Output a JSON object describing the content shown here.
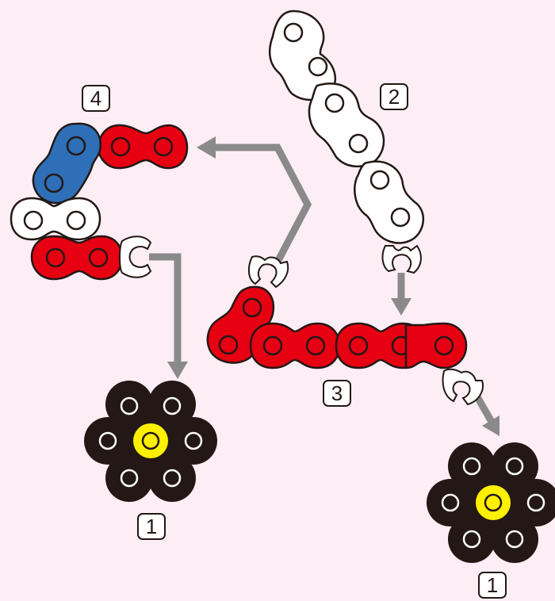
{
  "colors": {
    "background": "#fdeef5",
    "red_link": "#e60012",
    "blue_link": "#2e6fb7",
    "white_link": "#ffffff",
    "black_sprocket": "#231815",
    "yellow_hub": "#fff000",
    "arrow": "#8a8a8a",
    "outline": "#231815"
  },
  "steps": {
    "step_4": "4",
    "step_2": "2",
    "step_3": "3",
    "step_1a": "1",
    "step_1b": "1"
  },
  "icons": [
    "chain-link-red",
    "chain-link-blue",
    "chain-link-white",
    "chain-clip",
    "sprocket",
    "arrow"
  ]
}
